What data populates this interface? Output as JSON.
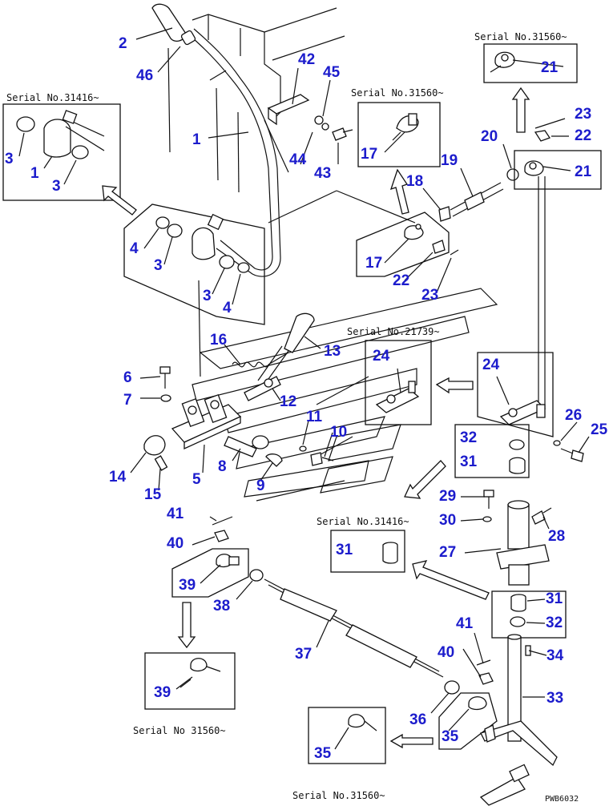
{
  "drawing_code": "PWB6032",
  "serials": [
    {
      "id": "s1",
      "text": "Serial No.31416~"
    },
    {
      "id": "s2",
      "text": "Serial No.31560~"
    },
    {
      "id": "s3",
      "text": "Serial No.31560~"
    },
    {
      "id": "s4",
      "text": "Serial No.21739~"
    },
    {
      "id": "s5",
      "text": "Serial No.31416~"
    },
    {
      "id": "s6",
      "text": "Serial No 31560~"
    },
    {
      "id": "s7",
      "text": "Serial No.31560~"
    }
  ],
  "labels": [
    {
      "id": "l2",
      "text": "2"
    },
    {
      "id": "l46",
      "text": "46"
    },
    {
      "id": "l42",
      "text": "42"
    },
    {
      "id": "l45",
      "text": "45"
    },
    {
      "id": "l1a",
      "text": "1"
    },
    {
      "id": "l44",
      "text": "44"
    },
    {
      "id": "l43",
      "text": "43"
    },
    {
      "id": "l3a",
      "text": "3"
    },
    {
      "id": "l1b",
      "text": "1"
    },
    {
      "id": "l3b",
      "text": "3"
    },
    {
      "id": "l4a",
      "text": "4"
    },
    {
      "id": "l3c",
      "text": "3"
    },
    {
      "id": "l3d",
      "text": "3"
    },
    {
      "id": "l4b",
      "text": "4"
    },
    {
      "id": "l17a",
      "text": "17"
    },
    {
      "id": "l18",
      "text": "18"
    },
    {
      "id": "l17b",
      "text": "17"
    },
    {
      "id": "l22a",
      "text": "22"
    },
    {
      "id": "l23a",
      "text": "23"
    },
    {
      "id": "l21a",
      "text": "21"
    },
    {
      "id": "l23b",
      "text": "23"
    },
    {
      "id": "l20",
      "text": "20"
    },
    {
      "id": "l22b",
      "text": "22"
    },
    {
      "id": "l19",
      "text": "19"
    },
    {
      "id": "l21b",
      "text": "21"
    },
    {
      "id": "l16",
      "text": "16"
    },
    {
      "id": "l13",
      "text": "13"
    },
    {
      "id": "l6",
      "text": "6"
    },
    {
      "id": "l7",
      "text": "7"
    },
    {
      "id": "l12",
      "text": "12"
    },
    {
      "id": "l11",
      "text": "11"
    },
    {
      "id": "l10",
      "text": "10"
    },
    {
      "id": "l14",
      "text": "14"
    },
    {
      "id": "l15",
      "text": "15"
    },
    {
      "id": "l5",
      "text": "5"
    },
    {
      "id": "l8",
      "text": "8"
    },
    {
      "id": "l9",
      "text": "9"
    },
    {
      "id": "l24a",
      "text": "24"
    },
    {
      "id": "l24b",
      "text": "24"
    },
    {
      "id": "l26",
      "text": "26"
    },
    {
      "id": "l25",
      "text": "25"
    },
    {
      "id": "l32a",
      "text": "32"
    },
    {
      "id": "l31a",
      "text": "31"
    },
    {
      "id": "l29",
      "text": "29"
    },
    {
      "id": "l30",
      "text": "30"
    },
    {
      "id": "l28",
      "text": "28"
    },
    {
      "id": "l31b",
      "text": "31"
    },
    {
      "id": "l27",
      "text": "27"
    },
    {
      "id": "l31c",
      "text": "31"
    },
    {
      "id": "l32b",
      "text": "32"
    },
    {
      "id": "l41a",
      "text": "41"
    },
    {
      "id": "l40a",
      "text": "40"
    },
    {
      "id": "l39a",
      "text": "39"
    },
    {
      "id": "l38",
      "text": "38"
    },
    {
      "id": "l37",
      "text": "37"
    },
    {
      "id": "l39b",
      "text": "39"
    },
    {
      "id": "l41b",
      "text": "41"
    },
    {
      "id": "l40b",
      "text": "40"
    },
    {
      "id": "l34",
      "text": "34"
    },
    {
      "id": "l33",
      "text": "33"
    },
    {
      "id": "l36",
      "text": "36"
    },
    {
      "id": "l35a",
      "text": "35"
    },
    {
      "id": "l35b",
      "text": "35"
    }
  ]
}
